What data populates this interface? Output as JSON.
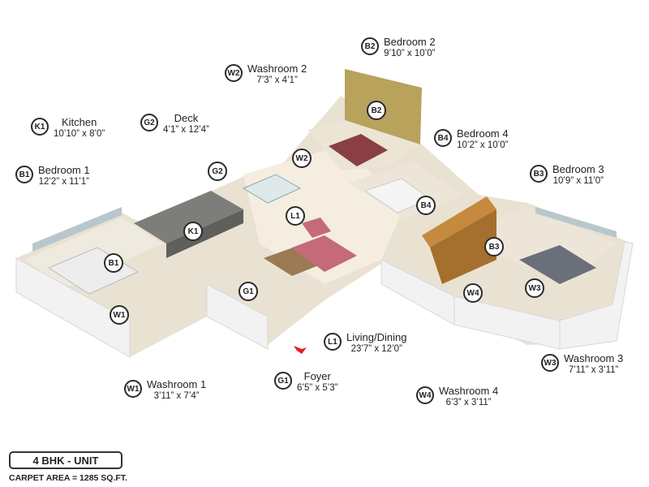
{
  "legend": [
    {
      "code": "B2",
      "name": "Bedroom 2",
      "dim": "9’10” x 10’0”"
    },
    {
      "code": "W2",
      "name": "Washroom 2",
      "dim": "7’3” x 4’1”"
    },
    {
      "code": "K1",
      "name": "Kitchen",
      "dim": "10’10” x 8’0”"
    },
    {
      "code": "G2",
      "name": "Deck",
      "dim": "4’1” x 12’4”"
    },
    {
      "code": "B4",
      "name": "Bedroom 4",
      "dim": "10’2” x 10’0”"
    },
    {
      "code": "B1",
      "name": "Bedroom 1",
      "dim": "12’2” x 11’1”"
    },
    {
      "code": "B3",
      "name": "Bedroom 3",
      "dim": "10’9” x 11’0”"
    },
    {
      "code": "L1",
      "name": "Living/Dining",
      "dim": "23’7” x 12’0”"
    },
    {
      "code": "W3",
      "name": "Washroom 3",
      "dim": "7’11” x 3’11”"
    },
    {
      "code": "W1",
      "name": "Washroom 1",
      "dim": "3’11” x 7’4”"
    },
    {
      "code": "G1",
      "name": "Foyer",
      "dim": "6’5” x 5’3”"
    },
    {
      "code": "W4",
      "name": "Washroom 4",
      "dim": "6’3” x 3’11”"
    }
  ],
  "markers": [
    "B2",
    "W2",
    "G2",
    "K1",
    "L1",
    "B1",
    "W1",
    "G1",
    "B4",
    "B3",
    "W4",
    "W3"
  ],
  "unit_label": "4 BHK - UNIT",
  "carpet_area": "CARPET AREA = 1285 SQ.FT.",
  "colors": {
    "wall": "#f2f2f2",
    "floor": "#e9e2d2",
    "wood": "#9c7a54",
    "accent_wall": "#b9a25c",
    "sofa": "#c46a7a",
    "arrow": "#e02020"
  }
}
